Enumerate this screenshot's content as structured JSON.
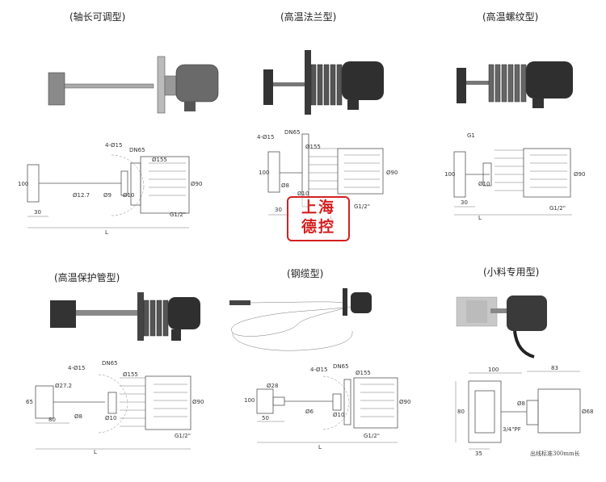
{
  "titles": [
    "(轴长可调型)",
    "(高温法兰型)",
    "(高温螺纹型)",
    "(高温保护管型)",
    "(钢缆型)",
    "(小料专用型)"
  ],
  "stamp": [
    "上海",
    "德控"
  ],
  "dims": {
    "d1": {
      "flange": "4-Ø15",
      "dn": "DN65",
      "body": "Ø155",
      "cap": "Ø90",
      "shaft": "Ø12.7",
      "rod": "Ø9",
      "stem": "Ø10",
      "paddle": "100",
      "len30": "30",
      "thread": "G1/2\"",
      "L": "L"
    },
    "d2": {
      "flange": "4-Ø15",
      "dn": "DN65",
      "body": "Ø155",
      "cap": "Ø90",
      "shaft": "Ø8",
      "stem": "Ø10",
      "paddle": "100",
      "len30": "30",
      "thread": "G1/2\"",
      "L": "L"
    },
    "d3": {
      "g": "G1",
      "stem": "Ø10",
      "cap": "Ø90",
      "paddle": "100",
      "len30": "30",
      "thread": "G1/2\"",
      "L": "L"
    },
    "d4": {
      "flange": "4-Ø15",
      "dn": "DN65",
      "tube": "Ø27.2",
      "body": "Ø155",
      "cap": "Ø90",
      "shaft": "Ø8",
      "stem": "Ø10",
      "paddle": "65",
      "len80": "80",
      "thread": "G1/2\"",
      "L": "L"
    },
    "d5": {
      "flange": "4-Ø15",
      "dn": "DN65",
      "weight": "Ø28",
      "body": "Ø155",
      "cap": "Ø90",
      "cable": "Ø6",
      "stem": "Ø10",
      "paddle": "100",
      "len50": "50",
      "thread": "G1/2\"",
      "L": "L"
    },
    "d6": {
      "w": "100",
      "h": "83",
      "shaft": "Ø8",
      "cap": "Ø68",
      "paddle": "80",
      "len35": "35",
      "thread": "3/4\"PF",
      "note": "出线标准300mm长"
    }
  }
}
